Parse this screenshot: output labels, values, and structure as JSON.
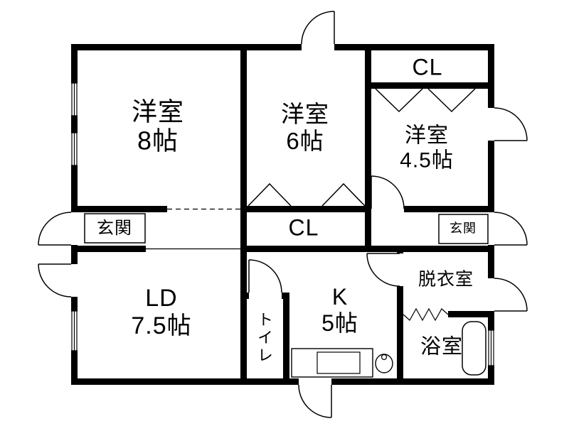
{
  "floor_plan": {
    "background_color": "#ffffff",
    "wall_color": "#000000",
    "rooms": {
      "yoshitsu8": {
        "name": "洋室",
        "size": "8帖"
      },
      "yoshitsu6": {
        "name": "洋室",
        "size": "6帖"
      },
      "cl_top": {
        "name": "CL"
      },
      "yoshitsu45": {
        "name": "洋室",
        "size": "4.5帖"
      },
      "genkan_left": {
        "name": "玄関"
      },
      "cl_middle": {
        "name": "CL"
      },
      "genkan_right": {
        "name": "玄関"
      },
      "living_dining": {
        "name": "LD",
        "size": "7.5帖"
      },
      "toilet": {
        "name": "トイレ"
      },
      "kitchen": {
        "name": "K",
        "size": "5帖"
      },
      "dressing_room": {
        "name": "脱衣室"
      },
      "bathroom": {
        "name": "浴室"
      }
    }
  }
}
